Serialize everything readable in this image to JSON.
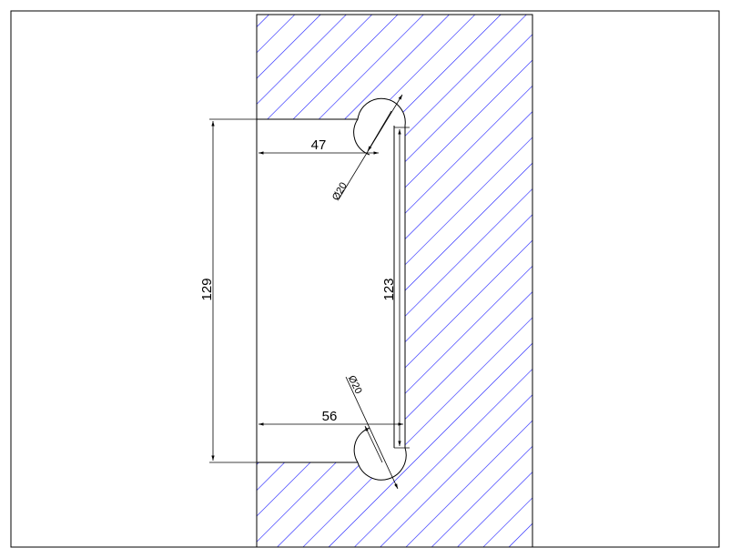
{
  "diagram": {
    "colors": {
      "hatch": "#1a1aff",
      "outline": "#000000",
      "background": "#ffffff"
    },
    "dimensions": {
      "overall_height": "129",
      "slot_height": "123",
      "top_depth": "47",
      "bottom_depth": "56",
      "top_diameter": "Ø20",
      "bottom_diameter": "Ø20"
    }
  }
}
